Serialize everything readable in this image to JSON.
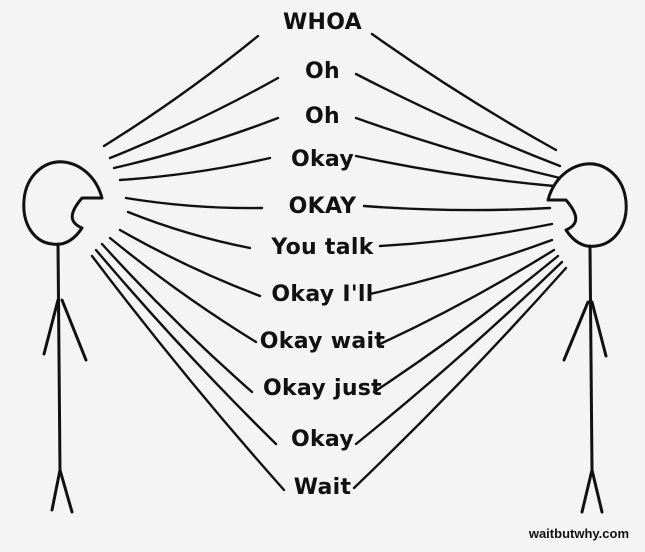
{
  "words": [
    "WHOA",
    "Oh",
    "Oh",
    "Okay",
    "OKAY",
    "You talk",
    "Okay I'll",
    "Okay wait",
    "Okay just",
    "Okay",
    "Wait"
  ],
  "credit": "waitbutwhy.com",
  "colors": {
    "background": "#f4f4f4",
    "ink": "#111111"
  }
}
